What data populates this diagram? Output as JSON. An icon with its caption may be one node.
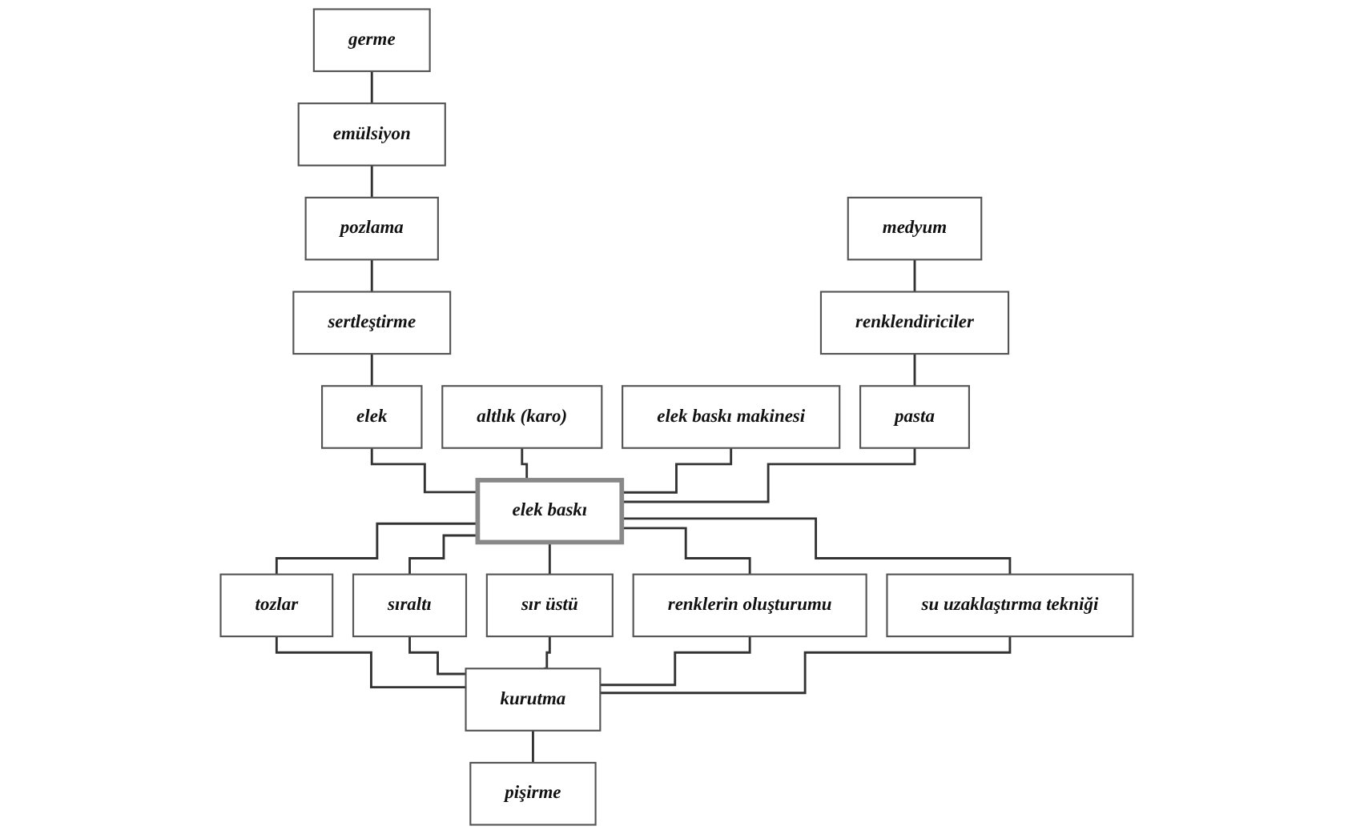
{
  "diagram": {
    "nodes": [
      {
        "text": [
          "germe"
        ]
      },
      {
        "text": [
          "emülsiyon"
        ]
      },
      {
        "text": [
          "pozlama"
        ]
      },
      {
        "text": [
          "sertleştirme"
        ]
      },
      {
        "text": [
          "elek"
        ]
      },
      {
        "text": [
          "altlık (karo)"
        ]
      },
      {
        "text": [
          "elek baskı makinesi"
        ]
      },
      {
        "text": [
          "medyum"
        ]
      },
      {
        "text": [
          "renklendiriciler"
        ]
      },
      {
        "text": [
          "pasta"
        ]
      },
      {
        "text": [
          "elek baskı"
        ]
      },
      {
        "text": [
          "tozlar"
        ]
      },
      {
        "text": [
          "sıraltı"
        ]
      },
      {
        "text": [
          "sır üstü"
        ]
      },
      {
        "text": [
          "renklerin oluşturumu"
        ]
      },
      {
        "text": [
          "su uzaklaştırma tekniği"
        ]
      },
      {
        "text": [
          "kurutma"
        ]
      },
      {
        "text": [
          "pişirme"
        ]
      }
    ],
    "edges": [
      {
        "from": 0,
        "to": 1,
        "arrow": "none"
      },
      {
        "from": 1,
        "to": 2,
        "arrow": "none"
      },
      {
        "from": 2,
        "to": 3,
        "arrow": "none"
      },
      {
        "from": 3,
        "to": 4,
        "arrow": "none"
      },
      {
        "from": 4,
        "to": 10,
        "arrow": "none"
      },
      {
        "from": 5,
        "to": 10,
        "arrow": "none"
      },
      {
        "from": 6,
        "to": 10,
        "arrow": "none"
      },
      {
        "from": 7,
        "to": 8,
        "arrow": "none"
      },
      {
        "from": 8,
        "to": 9,
        "arrow": "none"
      },
      {
        "from": 9,
        "to": 10,
        "arrow": "none"
      },
      {
        "from": 10,
        "to": 11,
        "arrow": "none"
      },
      {
        "from": 10,
        "to": 12,
        "arrow": "none"
      },
      {
        "from": 10,
        "to": 13,
        "arrow": "none"
      },
      {
        "from": 10,
        "to": 14,
        "arrow": "none"
      },
      {
        "from": 10,
        "to": 15,
        "arrow": "none"
      },
      {
        "from": 11,
        "to": 16,
        "arrow": "none"
      },
      {
        "from": 12,
        "to": 16,
        "arrow": "none"
      },
      {
        "from": 13,
        "to": 16,
        "arrow": "none"
      },
      {
        "from": 14,
        "to": 16,
        "arrow": "none"
      },
      {
        "from": 15,
        "to": 16,
        "arrow": "none"
      },
      {
        "from": 16,
        "to": 17,
        "arrow": "none"
      }
    ]
  }
}
